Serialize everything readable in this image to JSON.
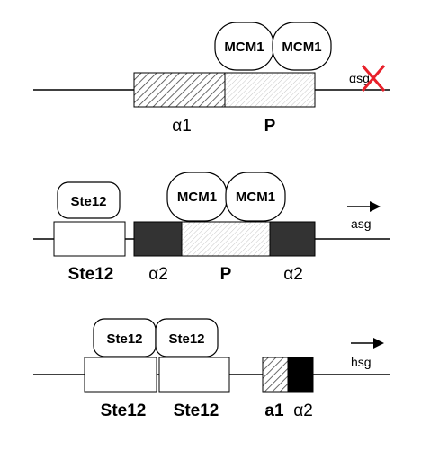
{
  "panel_top": {
    "proteins": [
      "MCM1",
      "MCM1"
    ],
    "elements": [
      "α1",
      "P"
    ],
    "gene": "αsg",
    "gene_state": "repressed"
  },
  "panel_middle": {
    "proteins": [
      "Ste12",
      "MCM1",
      "MCM1"
    ],
    "elements": [
      "Ste12",
      "α2",
      "P",
      "α2"
    ],
    "gene": "asg",
    "gene_state": "active"
  },
  "panel_bottom": {
    "proteins": [
      "Ste12",
      "Ste12"
    ],
    "elements": [
      "Ste12",
      "Ste12",
      "a1",
      "α2"
    ],
    "gene": "hsg",
    "gene_state": "active"
  },
  "colors": {
    "repression_mark": "#e8202a",
    "box_dark": "#333333",
    "box_black": "#000000"
  }
}
